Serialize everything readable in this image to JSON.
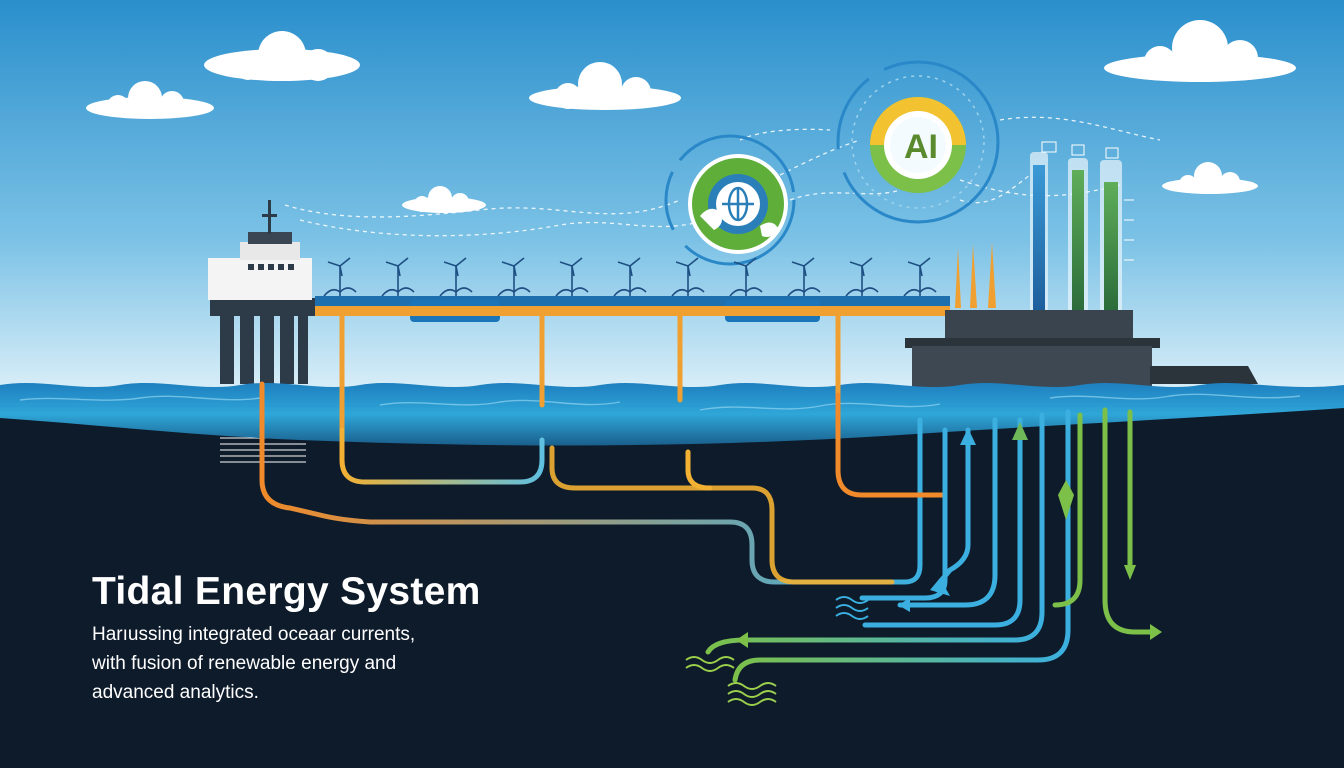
{
  "title": "Tidal Energy System",
  "subtitle_lines": [
    "Harıussing integrated oceaar currents,",
    "with fusion of renewable energy and",
    "advanced analytics."
  ],
  "badges": {
    "ai_label": "AI"
  },
  "colors": {
    "sky_top": "#2a8fcc",
    "sky_bottom": "#d6eef8",
    "sea_surface": "#2f93c9",
    "deep_sea": "#0e1b2b",
    "pipe_orange": "#f0a030",
    "pipe_blue": "#3bb0e0",
    "pipe_green": "#7cc04a"
  }
}
